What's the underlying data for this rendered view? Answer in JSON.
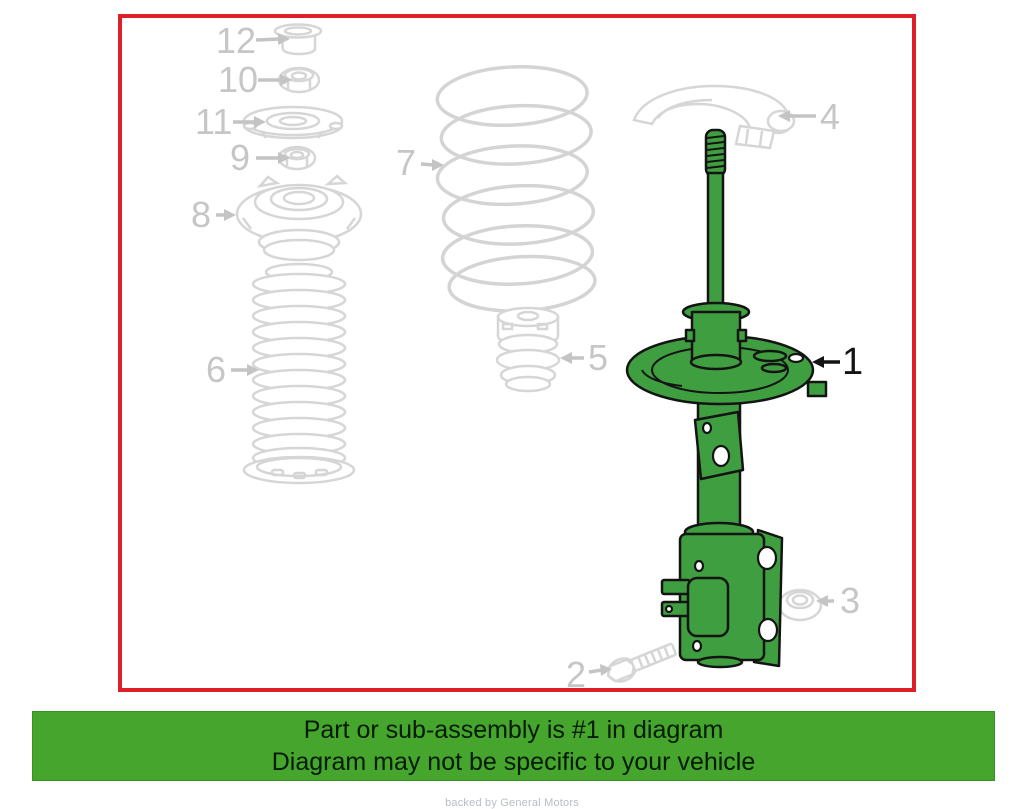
{
  "banner": {
    "line1": "Part or sub-assembly is #1 in diagram",
    "line2": "Diagram may not be specific to your vehicle",
    "background_color": "#46a52c"
  },
  "footer": {
    "text": "backed by General Motors"
  },
  "diagram": {
    "border_color": "#dd1f26",
    "highlight_color": "#3f9e3f",
    "lineart_color": "#d6d6d6",
    "label_color": "#c6c6c6",
    "highlighted_part_number": "1"
  },
  "parts": [
    {
      "number": "12"
    },
    {
      "number": "10"
    },
    {
      "number": "11"
    },
    {
      "number": "9"
    },
    {
      "number": "8"
    },
    {
      "number": "7"
    },
    {
      "number": "6"
    },
    {
      "number": "5"
    },
    {
      "number": "4"
    },
    {
      "number": "1",
      "highlighted": true
    },
    {
      "number": "3"
    },
    {
      "number": "2"
    }
  ]
}
